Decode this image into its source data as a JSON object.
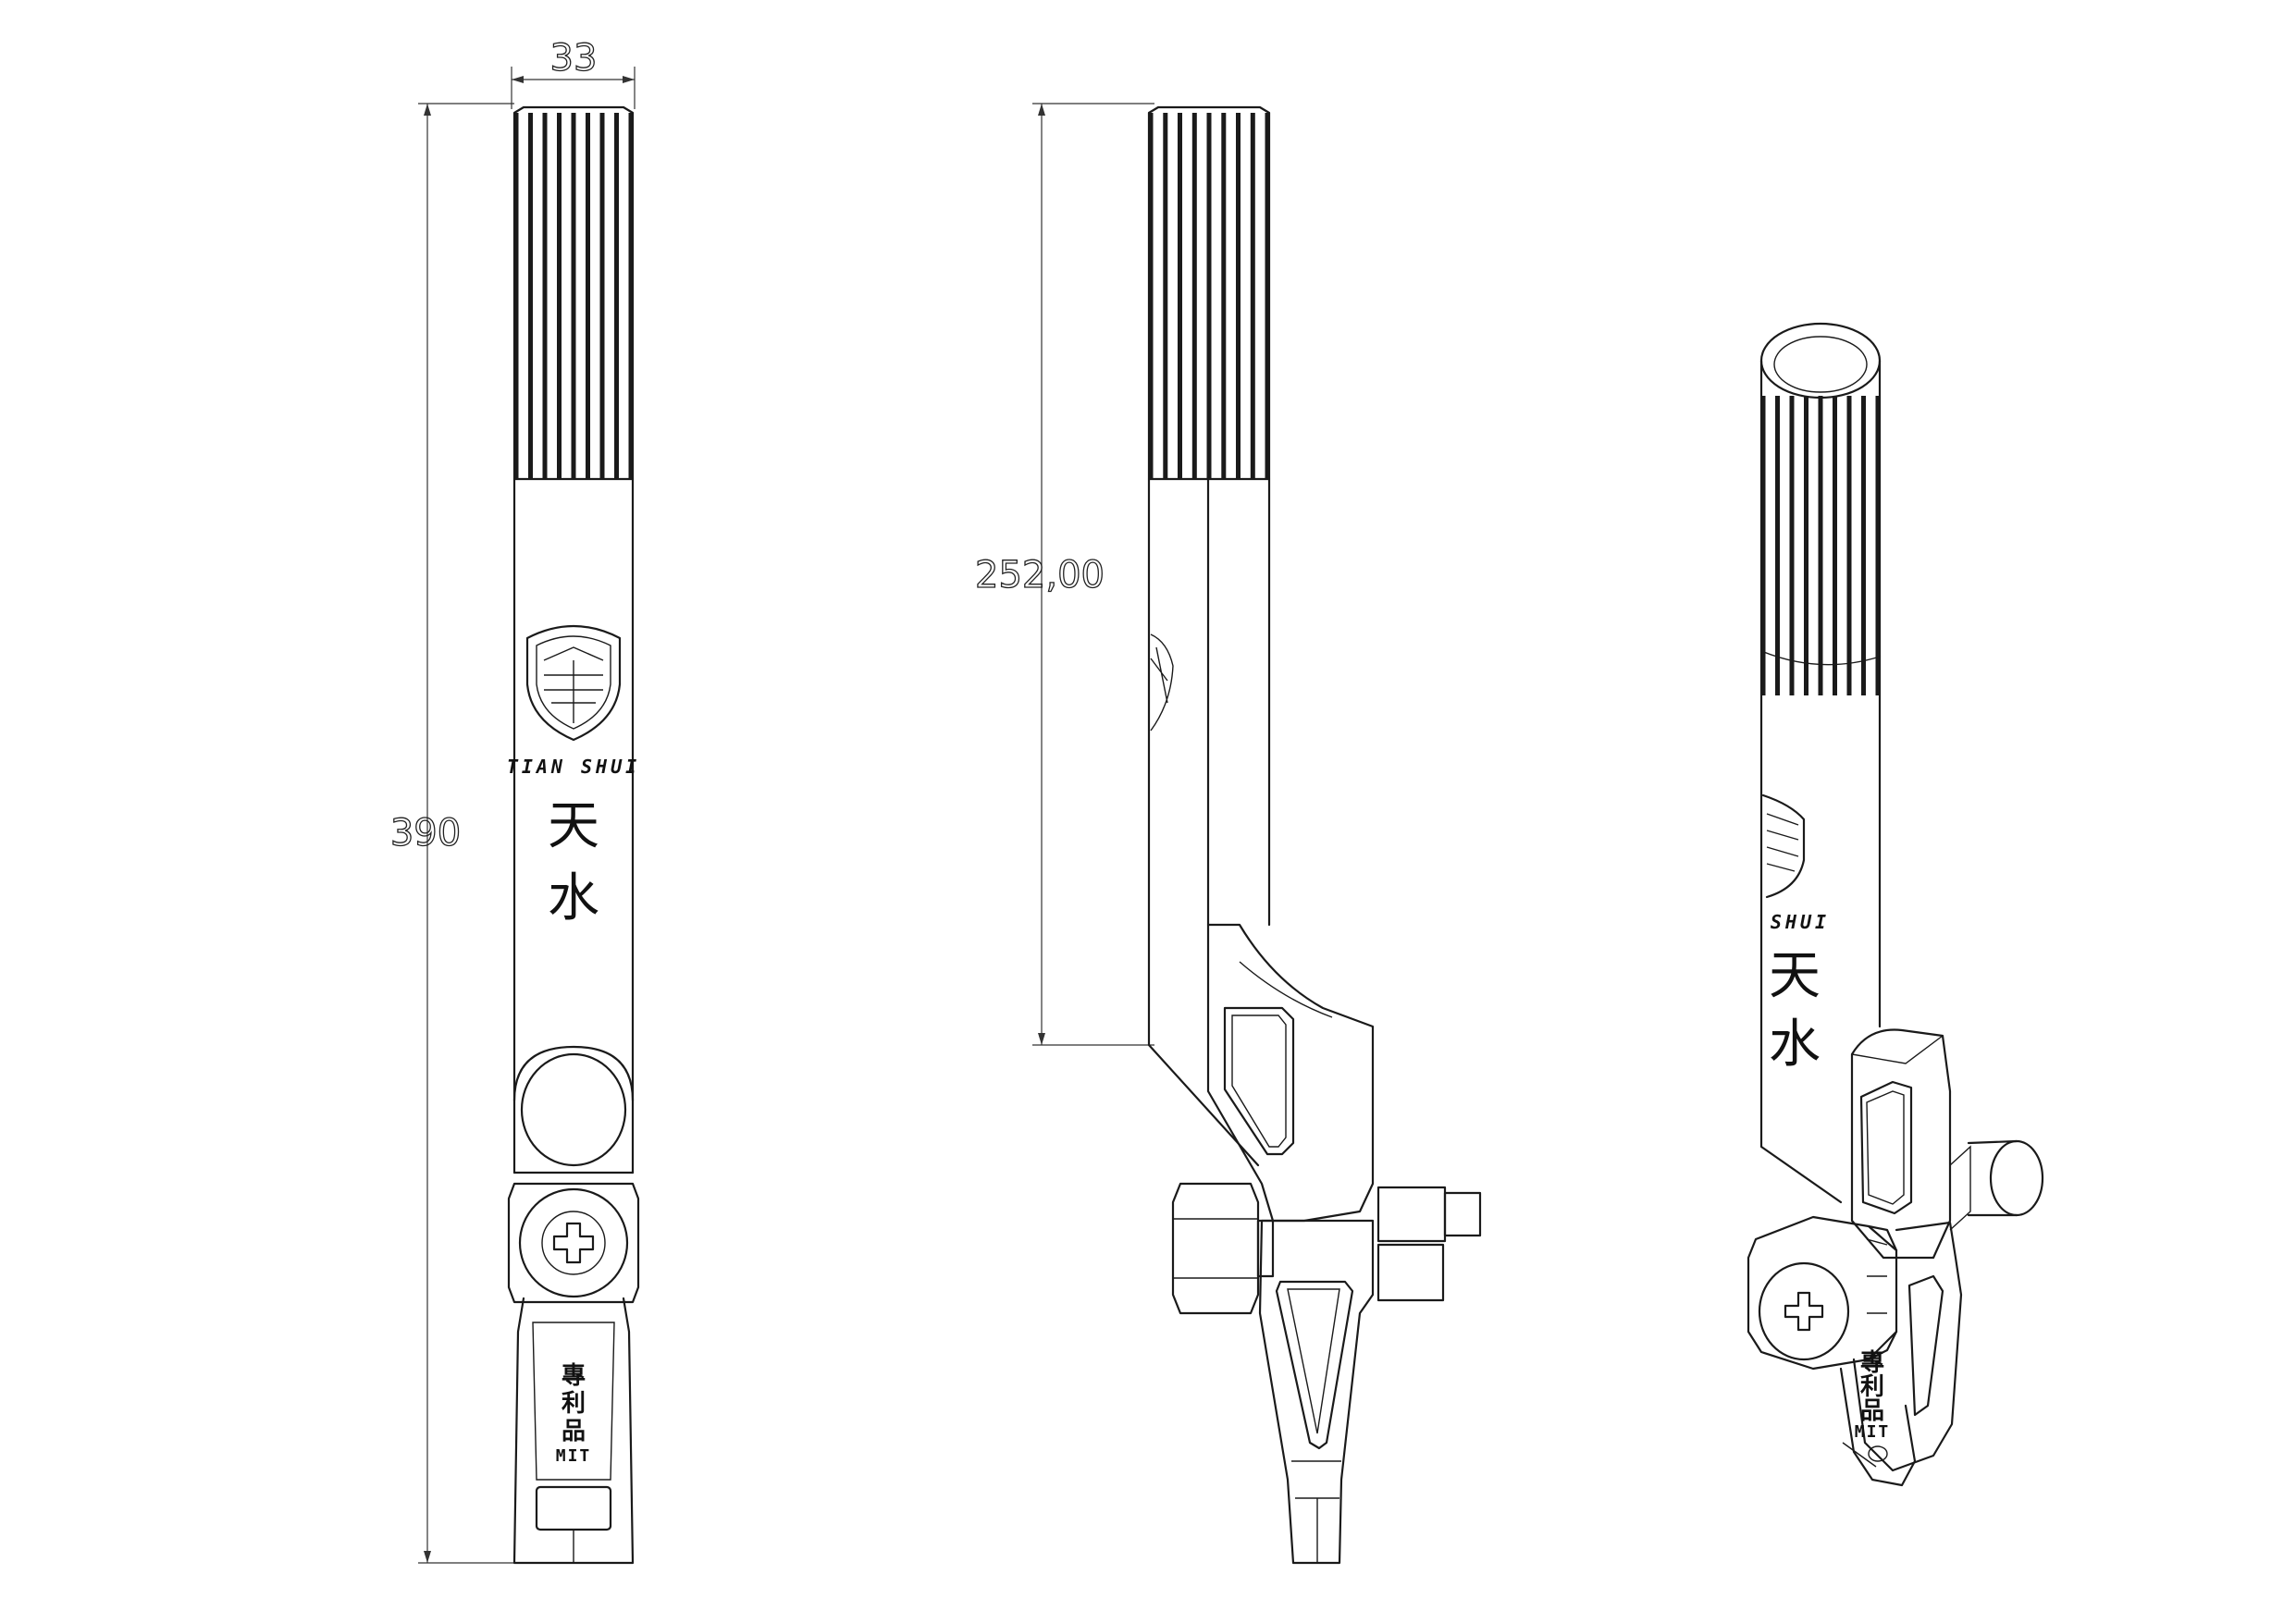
{
  "dimensions": {
    "width_label": "33",
    "height_label": "390",
    "side_height_label": "252,00"
  },
  "branding": {
    "name_latin": "TIAN SHUI",
    "name_cjk_1": "天",
    "name_cjk_2": "水",
    "patent_line_1": "專",
    "patent_line_2": "利",
    "patent_line_3": "品",
    "patent_code": "MIT",
    "name_latin_partial": "SHUI"
  },
  "colors": {
    "line": "#1a1a1a",
    "background": "#ffffff"
  }
}
